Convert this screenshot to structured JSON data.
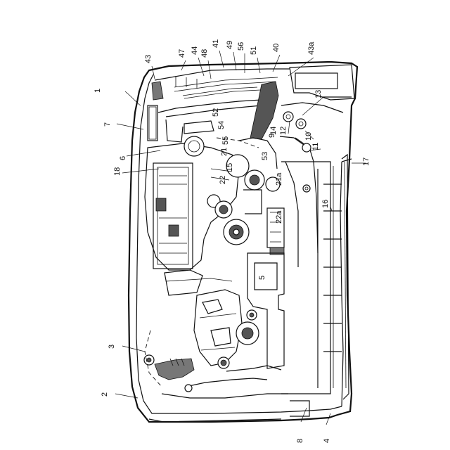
{
  "figure": {
    "reference_numerals": [
      {
        "id": "n1",
        "text": "1"
      },
      {
        "id": "n2",
        "text": "2"
      },
      {
        "id": "n3",
        "text": "3"
      },
      {
        "id": "n4",
        "text": "4"
      },
      {
        "id": "n5",
        "text": "5"
      },
      {
        "id": "n6",
        "text": "6"
      },
      {
        "id": "n7",
        "text": "7"
      },
      {
        "id": "n8",
        "text": "8"
      },
      {
        "id": "n9",
        "text": "9"
      },
      {
        "id": "n10",
        "text": "10"
      },
      {
        "id": "n11",
        "text": "11"
      },
      {
        "id": "n12",
        "text": "12"
      },
      {
        "id": "n13",
        "text": "13"
      },
      {
        "id": "n14",
        "text": "14"
      },
      {
        "id": "n15",
        "text": "15"
      },
      {
        "id": "n16",
        "text": "16"
      },
      {
        "id": "n17",
        "text": "17"
      },
      {
        "id": "n18",
        "text": "18"
      },
      {
        "id": "n21",
        "text": "21"
      },
      {
        "id": "n21a",
        "text": "21a"
      },
      {
        "id": "n22",
        "text": "22"
      },
      {
        "id": "n22a",
        "text": "22a"
      },
      {
        "id": "n40",
        "text": "40"
      },
      {
        "id": "n41",
        "text": "41"
      },
      {
        "id": "n43",
        "text": "43"
      },
      {
        "id": "n43a",
        "text": "43a"
      },
      {
        "id": "n44",
        "text": "44"
      },
      {
        "id": "n47",
        "text": "47"
      },
      {
        "id": "n48",
        "text": "48"
      },
      {
        "id": "n49",
        "text": "49"
      },
      {
        "id": "n51",
        "text": "51"
      },
      {
        "id": "n52",
        "text": "52"
      },
      {
        "id": "n53",
        "text": "53"
      },
      {
        "id": "n54",
        "text": "54"
      },
      {
        "id": "n55",
        "text": "55"
      },
      {
        "id": "n56",
        "text": "56"
      }
    ]
  }
}
